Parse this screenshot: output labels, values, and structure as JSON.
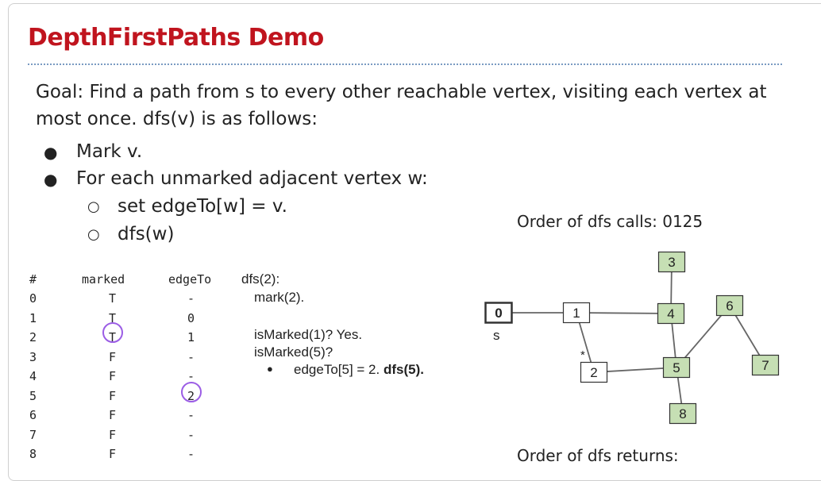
{
  "slide": {
    "title": "DepthFirstPaths Demo",
    "goal_line1": "Goal: Find a path from s to every other reachable vertex, visiting each vertex at",
    "goal_line2": "most once. dfs(v) is as follows:",
    "bullets": [
      "Mark v.",
      "For each unmarked adjacent vertex w:"
    ],
    "sub_bullets": [
      "set edgeTo[w] = v.",
      "dfs(w)"
    ],
    "order_calls_label": "Order of dfs calls: 0125",
    "order_returns_label": "Order of dfs returns:"
  },
  "table": {
    "headers": [
      "#",
      "marked",
      "edgeTo"
    ],
    "rows": [
      {
        "idx": "0",
        "marked": "T",
        "edgeTo": "-"
      },
      {
        "idx": "1",
        "marked": "T",
        "edgeTo": "0"
      },
      {
        "idx": "2",
        "marked": "T",
        "edgeTo": "1"
      },
      {
        "idx": "3",
        "marked": "F",
        "edgeTo": "-"
      },
      {
        "idx": "4",
        "marked": "F",
        "edgeTo": "-"
      },
      {
        "idx": "5",
        "marked": "F",
        "edgeTo": "2"
      },
      {
        "idx": "6",
        "marked": "F",
        "edgeTo": "-"
      },
      {
        "idx": "7",
        "marked": "F",
        "edgeTo": "-"
      },
      {
        "idx": "8",
        "marked": "F",
        "edgeTo": "-"
      }
    ]
  },
  "trace": {
    "call": "dfs(2):",
    "mark": "mark(2).",
    "check1": "isMarked(1)? Yes.",
    "check2": "isMarked(5)?",
    "action_prefix": "edgeTo[5] = 2.",
    "action_bold": "dfs(5)."
  },
  "graph": {
    "source_label": "s",
    "current_marker": "*",
    "colors": {
      "unvisited_fill": "#c6dfb4",
      "visited_fill": "#ffffff",
      "stroke": "#333333",
      "edge": "#666666",
      "highlight": "#9b5de5"
    },
    "nodes": [
      {
        "id": "0",
        "visited": true
      },
      {
        "id": "1",
        "visited": true
      },
      {
        "id": "2",
        "visited": true
      },
      {
        "id": "3",
        "visited": false
      },
      {
        "id": "4",
        "visited": false
      },
      {
        "id": "5",
        "visited": false
      },
      {
        "id": "6",
        "visited": false
      },
      {
        "id": "7",
        "visited": false
      },
      {
        "id": "8",
        "visited": false
      }
    ],
    "edges": [
      [
        "0",
        "1"
      ],
      [
        "1",
        "2"
      ],
      [
        "1",
        "4"
      ],
      [
        "3",
        "4"
      ],
      [
        "4",
        "5"
      ],
      [
        "2",
        "5"
      ],
      [
        "5",
        "8"
      ],
      [
        "5",
        "6"
      ],
      [
        "6",
        "7"
      ]
    ]
  }
}
